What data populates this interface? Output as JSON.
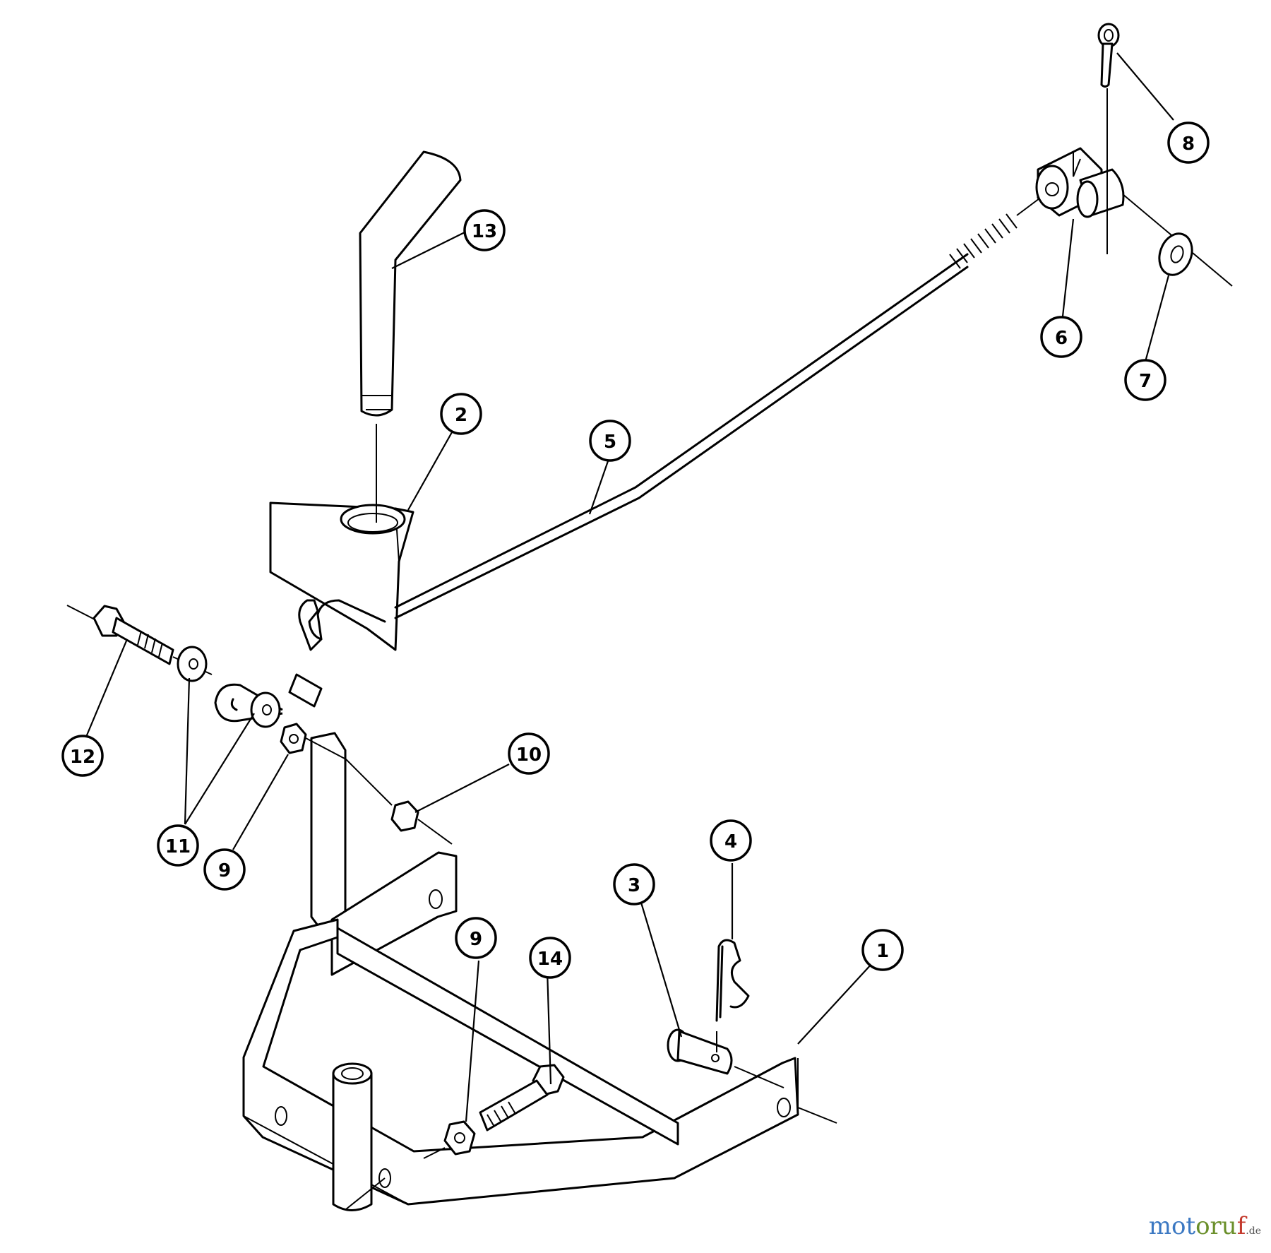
{
  "callouts": [
    {
      "label": "1"
    },
    {
      "label": "2"
    },
    {
      "label": "3"
    },
    {
      "label": "4"
    },
    {
      "label": "5"
    },
    {
      "label": "6"
    },
    {
      "label": "7"
    },
    {
      "label": "8"
    },
    {
      "label": "9"
    },
    {
      "label": "9"
    },
    {
      "label": "10"
    },
    {
      "label": "11"
    },
    {
      "label": "12"
    },
    {
      "label": "13"
    },
    {
      "label": "14"
    }
  ],
  "watermark": {
    "part1": "mot",
    "part2": "oru",
    "part3": "f",
    "tld": ".de"
  }
}
